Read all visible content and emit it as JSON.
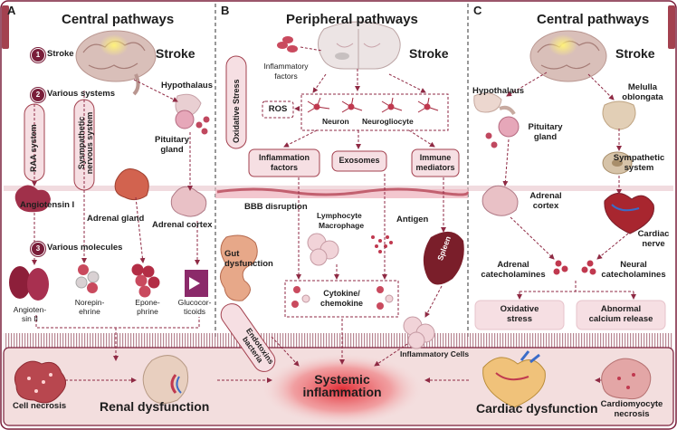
{
  "panel_letters": {
    "a": "A",
    "b": "B",
    "c": "C"
  },
  "headers": {
    "a": "Central  pathways",
    "b": "Peripheral  pathways",
    "c": "Central  pathways"
  },
  "panel_a": {
    "stroke": "Stroke",
    "hypothalamus": "Hypothalaus",
    "steps": [
      {
        "num": "1",
        "label": "Stroke"
      },
      {
        "num": "2",
        "label": "Various systems"
      },
      {
        "num": "3",
        "label": "Various molecules"
      }
    ],
    "raa_system": "RAA system",
    "sympathetic_system": "Sysmpathetic nervous system",
    "pituitary_line1": "Pituitary",
    "pituitary_line2": "gland",
    "angiotensin_1": "Angiotensin I",
    "adrenal_gland": "Adrenal gland",
    "adrenal_cortex": "Adrenal cortex",
    "molecules": [
      {
        "line1": "Angioten-",
        "line2": "sin II"
      },
      {
        "line1": "Norepin-",
        "line2": "ehrine"
      },
      {
        "line1": "Epone-",
        "line2": "phrine"
      },
      {
        "line1": "Glucocor-",
        "line2": "ticoids"
      }
    ]
  },
  "panel_b": {
    "stroke": "Stroke",
    "inflammatory_factors_line1": "Inflammatory",
    "inflammatory_factors_line2": "factors",
    "oxidative_stress": "Oxidative Stress",
    "ros": "ROS",
    "neuron": "Neuron",
    "neurogliocyte": "Neurogliocyte",
    "box_inflammation_line1": "Inflammation",
    "box_inflammation_line2": "factors",
    "box_exosomes": "Exosomes",
    "box_immune_line1": "Immune",
    "box_immune_line2": "mediators",
    "bbb": "BBB disruption",
    "lymphocyte": "Lymphocyte",
    "macrophage": "Macrophage",
    "antigen": "Antigen",
    "gut_line1": "Gut",
    "gut_line2": "dysfunction",
    "spleen": "Spleen",
    "cytokine_line1": "Cytokine/",
    "cytokine_line2": "chemokine",
    "endotoxins_line1": "Endotoxins",
    "endotoxins_line2": "bacteria",
    "inflammatory_cells": "Inflammatory Cells"
  },
  "panel_c": {
    "stroke": "Stroke",
    "hypothalamus": "Hypothalaus",
    "medulla_line1": "Melulla",
    "medulla_line2": "oblongata",
    "pituitary_line1": "Pituitary",
    "pituitary_line2": "gland",
    "sympathetic_line1": "Sympathetic",
    "sympathetic_line2": "system",
    "adrenal_cortex_line1": "Adrenal",
    "adrenal_cortex_line2": "cortex",
    "cardiac_nerve_line1": "Cardiac",
    "cardiac_nerve_line2": "nerve",
    "adrenal_cat_line1": "Adrenal",
    "adrenal_cat_line2": "catecholamines",
    "neural_cat_line1": "Neural",
    "neural_cat_line2": "catecholamines",
    "oxidative_stress": "Oxidative",
    "oxidative_stress_line2": "stress",
    "calcium_line1": "Abnormal",
    "calcium_line2": "calcium release"
  },
  "bottom": {
    "cell_necrosis": "Cell necrosis",
    "renal_dysfunction": "Renal dysfunction",
    "systemic_line1": "Systemic",
    "systemic_line2": "inflammation",
    "cardiac_dysfunction": "Cardiac dysfunction",
    "cardiomyocyte_line1": "Cardiomyocyte",
    "cardiomyocyte_line2": "necrosis"
  },
  "colors": {
    "maroon": "#7a1e3a",
    "dashed": "#8f2a44",
    "pink_box": "#f6dfe3",
    "bottom_band": "#f3dede",
    "red_glow": "#e0242d"
  }
}
